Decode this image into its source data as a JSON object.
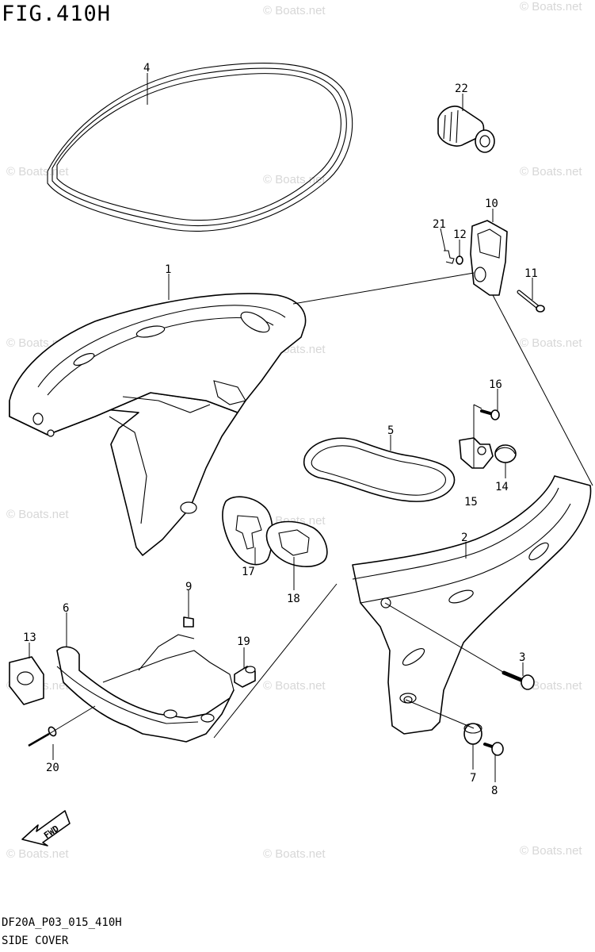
{
  "header": {
    "figure": "FIG.410H"
  },
  "footer": {
    "code": "DF20A_P03_015_410H",
    "title": "SIDE COVER"
  },
  "watermark": {
    "text": "© Boats.net",
    "color": "#d7d7d7"
  },
  "callouts": [
    "1",
    "2",
    "3",
    "4",
    "5",
    "6",
    "7",
    "8",
    "9",
    "10",
    "11",
    "12",
    "13",
    "14",
    "15",
    "16",
    "17",
    "18",
    "19",
    "20",
    "21",
    "22"
  ],
  "fwd_arrow": {
    "label": "FWD"
  }
}
